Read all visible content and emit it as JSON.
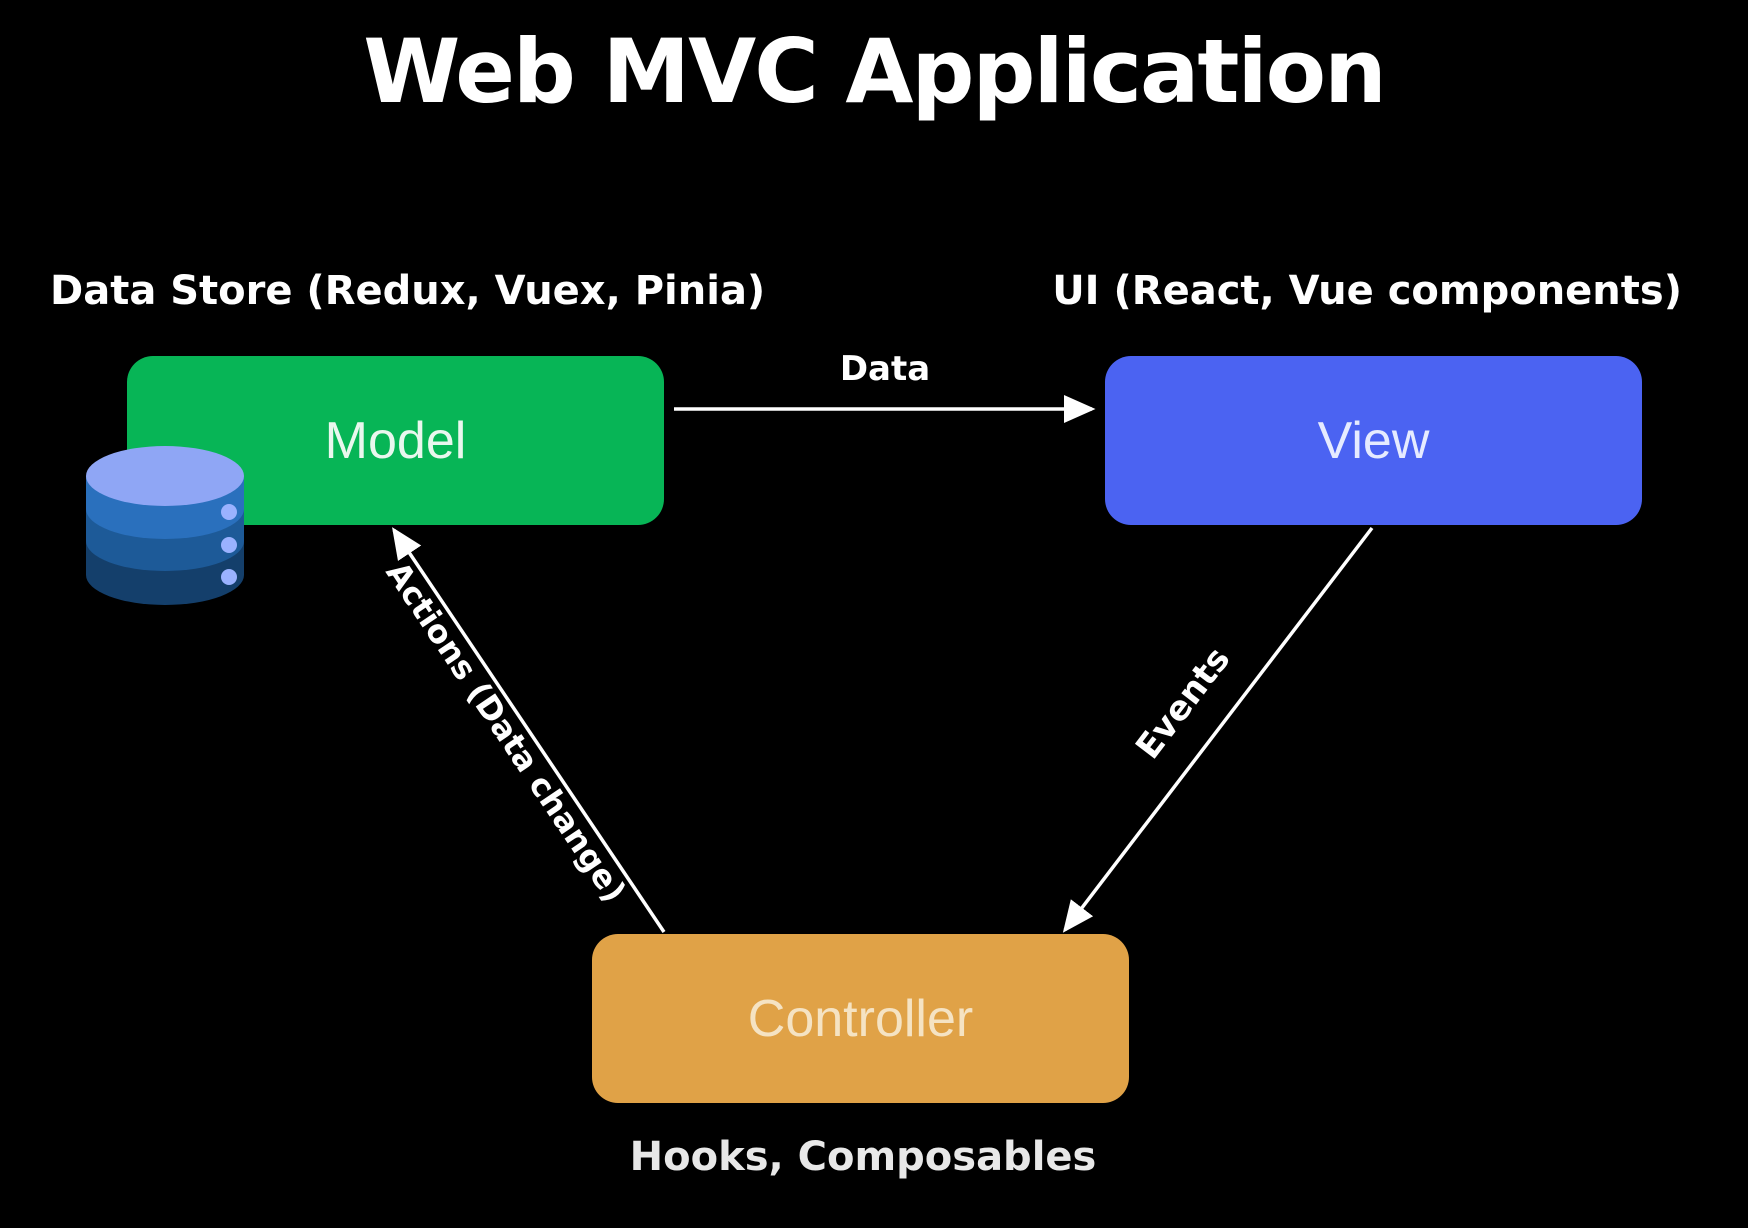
{
  "title": "Web MVC Application",
  "nodes": {
    "model": {
      "label": "Model",
      "caption": "Data Store (Redux, Vuex, Pinia)",
      "color": "#07b556"
    },
    "view": {
      "label": "View",
      "caption": "UI (React, Vue components)",
      "color": "#4b63f2"
    },
    "controller": {
      "label": "Controller",
      "caption": "Hooks, Composables",
      "color": "#e0a247"
    }
  },
  "edges": {
    "model_to_view": "Data",
    "view_to_controller": "Events",
    "controller_to_model": "Actions (Data change)"
  },
  "icons": {
    "database": "database-icon"
  }
}
